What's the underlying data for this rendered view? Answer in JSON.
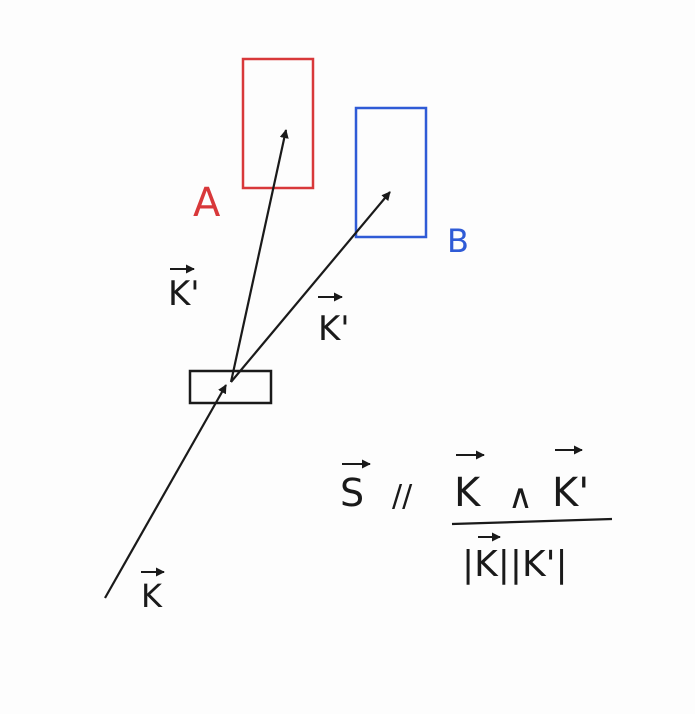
{
  "diagram": {
    "colors": {
      "ink": "#1a1a1a",
      "detector_a": "#d8383a",
      "detector_b": "#2f5bd6"
    },
    "labels": {
      "detector_a": "A",
      "detector_b": "B",
      "incident_vector": "K",
      "scattered_vector_a": "K'",
      "scattered_vector_b": "K'"
    },
    "formula": {
      "lhs": "S",
      "relation": "//",
      "numerator_left": "K",
      "wedge": "∧",
      "numerator_right": "K'",
      "denominator": "|K||K'|"
    }
  }
}
